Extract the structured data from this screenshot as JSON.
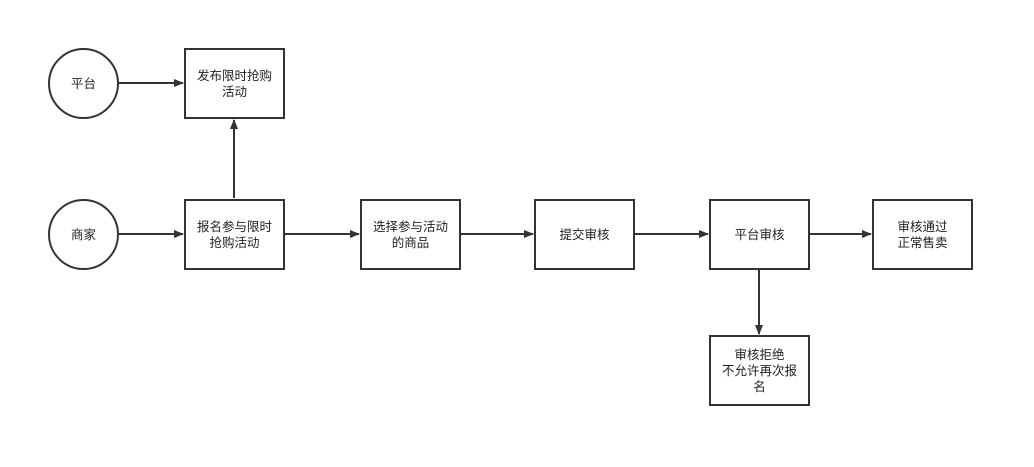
{
  "nodes": {
    "platform": {
      "lines": [
        "平台"
      ]
    },
    "merchant": {
      "lines": [
        "商家"
      ]
    },
    "publish": {
      "lines": [
        "发布限时抢购",
        "活动"
      ]
    },
    "register": {
      "lines": [
        "报名参与限时",
        "抢购活动"
      ]
    },
    "select": {
      "lines": [
        "选择参与活动",
        "的商品"
      ]
    },
    "submit": {
      "lines": [
        "提交审核"
      ]
    },
    "review": {
      "lines": [
        "平台审核"
      ]
    },
    "approved": {
      "lines": [
        "审核通过",
        "正常售卖"
      ]
    },
    "rejected": {
      "lines": [
        "审核拒绝",
        "不允许再次报",
        "名"
      ]
    }
  },
  "colors": {
    "stroke": "#333333",
    "background": "#ffffff"
  }
}
